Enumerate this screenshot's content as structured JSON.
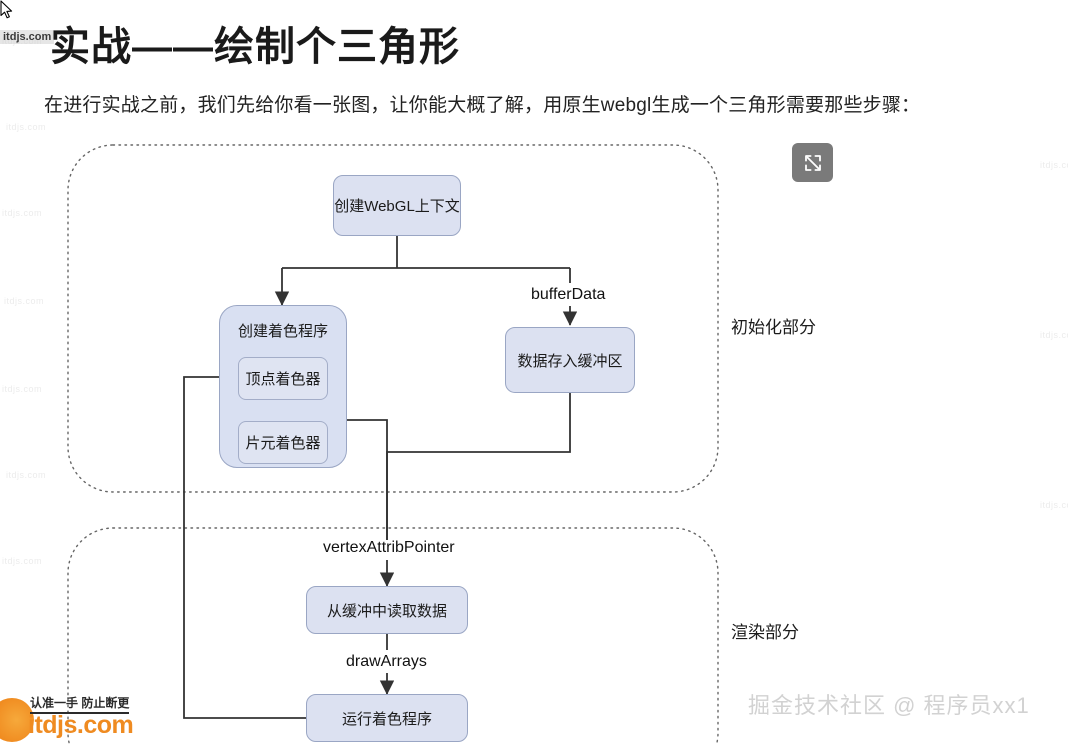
{
  "page": {
    "title": "实战——绘制个三角形",
    "subtitle": "在进行实战之前，我们先给你看一张图，让你能大概了解，用原生webgl生成一个三角形需要那些步骤："
  },
  "toolbar": {
    "fullscreen_label": "fullscreen-expand"
  },
  "diagram": {
    "nodes": {
      "create_context": "创建WebGL上下文",
      "create_program": "创建着色程序",
      "vertex_shader": "顶点着色器",
      "fragment_shader": "片元着色器",
      "buffer_store": "数据存入缓冲区",
      "read_buffer": "从缓冲中读取数据",
      "run_program": "运行着色程序"
    },
    "edge_labels": {
      "buffer_data": "bufferData",
      "vertex_attrib_pointer": "vertexAttribPointer",
      "draw_arrays": "drawArrays"
    },
    "sections": {
      "init": "初始化部分",
      "render": "渲染部分"
    },
    "colors": {
      "node_fill": "#dce1f1",
      "node_border": "#9aa6c4",
      "line": "#333333",
      "dotted_border": "#666666"
    }
  },
  "watermarks": {
    "bottom_right": "掘金技术社区 @ 程序员xx1",
    "logo_top": "认准一手 防止断更",
    "logo_main": "itdjs.com",
    "badge": "itdjs.com",
    "tile": "itdjs.com"
  }
}
